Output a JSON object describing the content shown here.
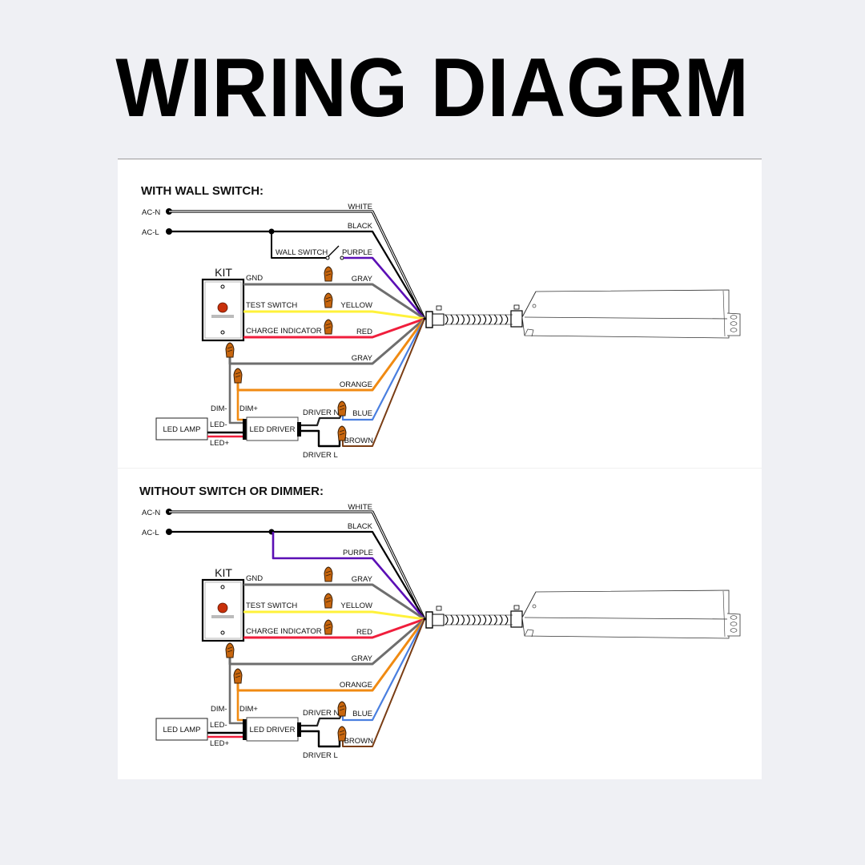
{
  "title": "WIRING DIAGRM",
  "diagrams": [
    {
      "heading": "WITH WALL SWITCH:",
      "ac_n": "AC-N",
      "ac_l": "AC-L",
      "wall_switch": "WALL SWITCH",
      "kit": "KIT",
      "kit_left": [
        "GND",
        "TEST SWITCH",
        "CHARGE INDICATOR"
      ],
      "wires": [
        "WHITE",
        "BLACK",
        "PURPLE",
        "GRAY",
        "YELLOW",
        "RED",
        "GRAY",
        "ORANGE",
        "BLUE",
        "BROWN"
      ],
      "dim_minus": "DIM-",
      "dim_plus": "DIM+",
      "led_minus": "LED-",
      "led_plus": "LED+",
      "led_lamp": "LED LAMP",
      "led_driver": "LED DRIVER",
      "driver_n": "DRIVER N",
      "driver_l": "DRIVER L"
    },
    {
      "heading": "WITHOUT SWITCH OR DIMMER:",
      "ac_n": "AC-N",
      "ac_l": "AC-L",
      "kit": "KIT",
      "kit_left": [
        "GND",
        "TEST SWITCH",
        "CHARGE INDICATOR"
      ],
      "wires": [
        "WHITE",
        "BLACK",
        "PURPLE",
        "GRAY",
        "YELLOW",
        "RED",
        "GRAY",
        "ORANGE",
        "BLUE",
        "BROWN"
      ],
      "dim_minus": "DIM-",
      "dim_plus": "DIM+",
      "led_minus": "LED-",
      "led_plus": "LED+",
      "led_lamp": "LED LAMP",
      "led_driver": "LED DRIVER",
      "driver_n": "DRIVER N",
      "driver_l": "DRIVER L"
    }
  ],
  "colors": {
    "white": "#555555",
    "black": "#000000",
    "purple": "#5b0fb5",
    "gray": "#6e6e6e",
    "yellow": "#fff23a",
    "red": "#f01e3c",
    "orange": "#f08a12",
    "blue": "#4a7fe0",
    "brown": "#7a3d14",
    "connector": "#c8660e"
  }
}
